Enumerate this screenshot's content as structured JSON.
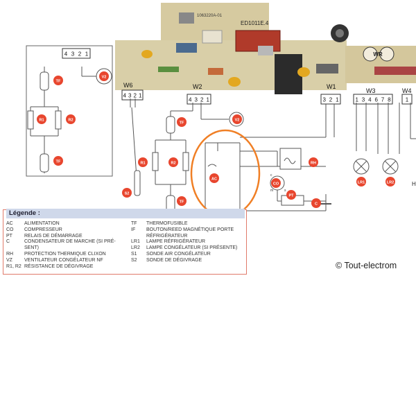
{
  "board": {
    "ref_text": "ED1011E.4",
    "ref_text2": "1063220A-01",
    "wr_logo": "WR",
    "connectors": {
      "w1": {
        "name": "W1",
        "pins": [
          "3",
          "2",
          "1"
        ]
      },
      "w2": {
        "name": "W2",
        "pins": [
          "4",
          "3",
          "2",
          "1"
        ]
      },
      "w3": {
        "name": "W3",
        "pins": [
          "1",
          "3",
          "4",
          "6",
          "7",
          "8"
        ]
      },
      "w4": {
        "name": "W4",
        "pins": [
          "1"
        ]
      },
      "w6": {
        "name": "W6",
        "pins": [
          "4",
          "3",
          "2",
          "1"
        ]
      },
      "left_block": {
        "pins": [
          "4",
          "3",
          "2",
          "1"
        ]
      }
    }
  },
  "components": {
    "tf": "TF",
    "r1": "R1",
    "r2": "R2",
    "v2": "V2",
    "s2": "S2",
    "ac": "AC",
    "rh": "RH",
    "co": "CO",
    "pt": "PT",
    "c": "C",
    "lr1": "LR1",
    "lr2": "LR2",
    "h": "H",
    "co_pins": [
      "c",
      "m",
      "s"
    ]
  },
  "legend": {
    "title": "Légende :",
    "left": [
      {
        "code": "AC",
        "text": "ALIMENTATION"
      },
      {
        "code": "CO",
        "text": "COMPRESSEUR"
      },
      {
        "code": "PT",
        "text": "RELAIS DE DÉMARRAGE"
      },
      {
        "code": "C",
        "text": "CONDENSATEUR DE MARCHE (SI PRÉ-"
      },
      {
        "code": "",
        "text": "SENT)"
      },
      {
        "code": "RH",
        "text": "PROTECTION THERMIQUE CLIXON"
      },
      {
        "code": "VZ",
        "text": "VENTILATEUR CONGÉLATEUR NF"
      },
      {
        "code": "R1, R2",
        "text": "RÉSISTANCE DE DÉGIVRAGE"
      }
    ],
    "right": [
      {
        "code": "TF",
        "text": "THERMOFUSIBLE"
      },
      {
        "code": "IF",
        "text": "BOUTON/REED MAGNÉTIQUE PORTE"
      },
      {
        "code": "",
        "text": "RÉFRIGÉRATEUR"
      },
      {
        "code": "LR1",
        "text": "LAMPE RÉFRIGÉRATEUR"
      },
      {
        "code": "LR2",
        "text": "LAMPE CONGÉLATEUR (SI PRÉSENTE)"
      },
      {
        "code": "S1",
        "text": "SONDE AIR CONGÉLATEUR"
      },
      {
        "code": "S2",
        "text": "SONDE DE DÉGIVRAGE"
      }
    ]
  },
  "copyright": "© Tout-electrom",
  "colors": {
    "badge": "#e8462e",
    "highlight": "#f07f25",
    "wire": "#555555",
    "pcb": "#d9cfa8",
    "legend_border": "#e07a6a"
  }
}
